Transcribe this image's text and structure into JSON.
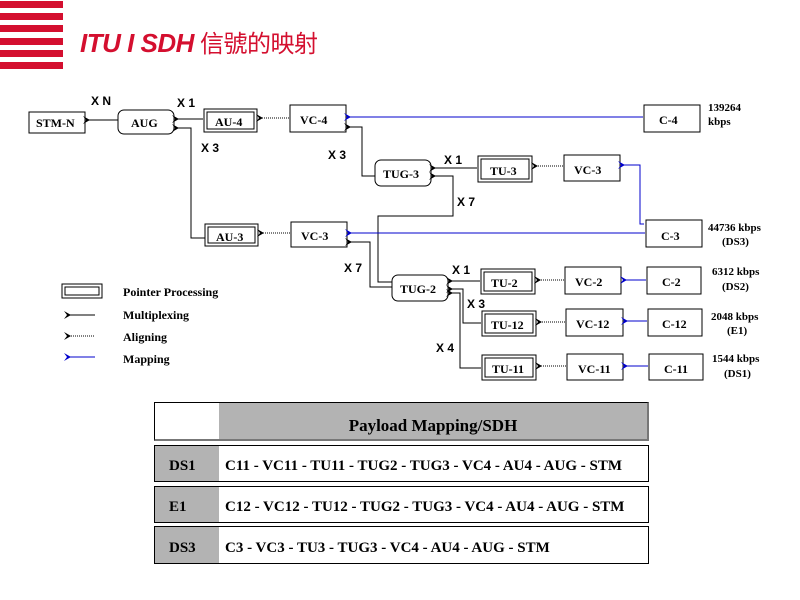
{
  "header": {
    "title_latin": "ITU I SDH",
    "title_cjk": "信號的映射",
    "brand_color": "#d40f2f"
  },
  "diagram": {
    "nodes": {
      "stm_n": "STM-N",
      "aug": "AUG",
      "au4": "AU-4",
      "vc4": "VC-4",
      "c4": "C-4",
      "tug3": "TUG-3",
      "tu3": "TU-3",
      "vc3_top": "VC-3",
      "au3": "AU-3",
      "vc3": "VC-3",
      "c3": "C-3",
      "tug2": "TUG-2",
      "tu2": "TU-2",
      "vc2": "VC-2",
      "c2": "C-2",
      "tu12": "TU-12",
      "vc12": "VC-12",
      "c12": "C-12",
      "tu11": "TU-11",
      "vc11": "VC-11",
      "c11": "C-11"
    },
    "multipliers": {
      "stm_xn": "X N",
      "aug_x1": "X 1",
      "aug_x3": "X 3",
      "vc4_x3": "X 3",
      "tug3_x1": "X 1",
      "tug3_x7": "X 7",
      "vc3_x7": "X 7",
      "tug2_x1": "X 1",
      "tug2_x3": "X 3",
      "tug2_x4": "X 4"
    },
    "rates": {
      "c4_line1": "139264",
      "c4_line2": "kbps",
      "c3_line1": "44736 kbps",
      "c3_line2": "(DS3)",
      "c2_line1": "6312 kbps",
      "c2_line2": "(DS2)",
      "c12_line1": "2048 kbps",
      "c12_line2": "(E1)",
      "c11_line1": "1544 kbps",
      "c11_line2": "(DS1)"
    },
    "colors": {
      "mapping": "#0000cc",
      "multiplexing": "#000000"
    }
  },
  "legend": {
    "items": [
      {
        "symbol": "double-box",
        "label": "Pointer Processing"
      },
      {
        "symbol": "solid-arrow",
        "label": "Multiplexing"
      },
      {
        "symbol": "dotted-arrow",
        "label": "Aligning"
      },
      {
        "symbol": "blue-arrow",
        "label": "Mapping"
      }
    ]
  },
  "table": {
    "header": "Payload Mapping/SDH",
    "rows": [
      {
        "key": "DS1",
        "path": "C11 - VC11 - TU11 - TUG2 - TUG3 - VC4 - AU4 - AUG - STM"
      },
      {
        "key": "E1",
        "path": "C12 - VC12 - TU12 - TUG2 - TUG3 - VC4 - AU4 - AUG - STM"
      },
      {
        "key": "DS3",
        "path": "C3 - VC3 - TU3 - TUG3 - VC4 - AU4 - AUG - STM"
      }
    ]
  }
}
